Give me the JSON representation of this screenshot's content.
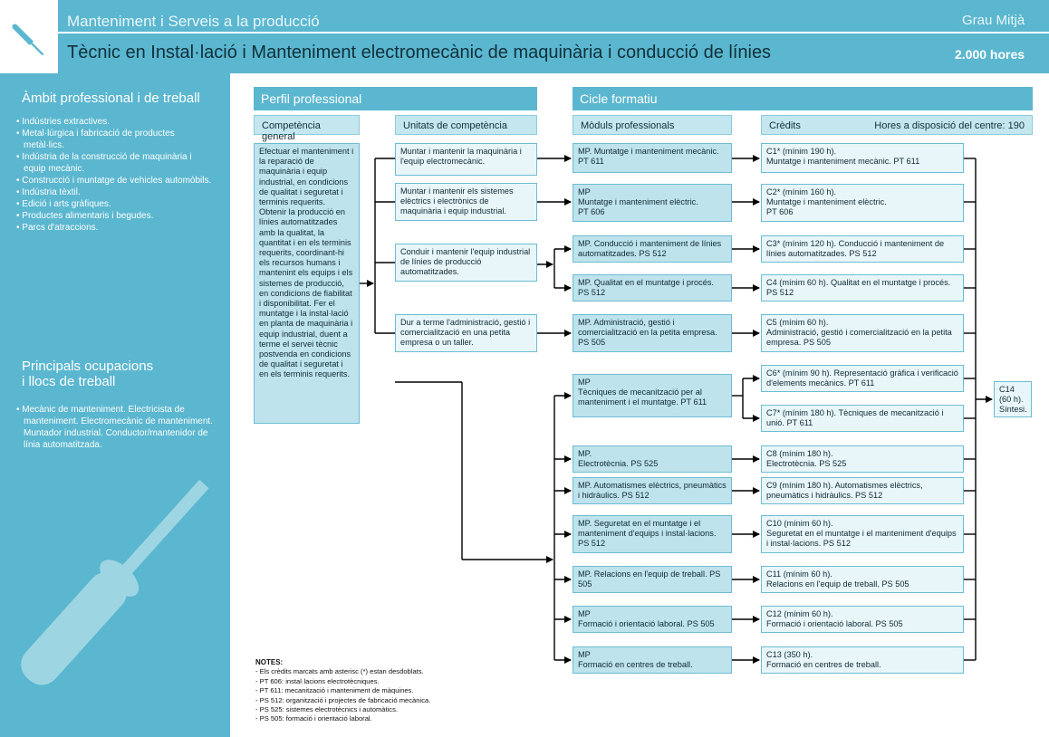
{
  "header": {
    "org_title": "Manteniment i Serveis a la producció",
    "level": "Grau Mitjà",
    "course_title": "Tècnic en Instal·lació i Manteniment electromecànic de maquinària i conducció de línies",
    "hours": "2.000 hores",
    "logo_icon": "screwdriver-icon"
  },
  "sidebar": {
    "ambit_title": "Àmbit professional i de treball",
    "ambit_items": [
      "Indústries extractives.",
      "Metal·lúrgica i fabricació de productes metàl·lics.",
      "Indústria de la construcció de maquinària i equip mecànic.",
      "Construcció i muntatge de vehicles automòbils.",
      "Indústria tèxtil.",
      "Edició i arts gràfiques.",
      "Productes alimentaris i begudes.",
      "Parcs d'atraccions."
    ],
    "ocupacions_title_1": "Principals ocupacions",
    "ocupacions_title_2": "i llocs de treball",
    "ocupacions_items": [
      "Mecànic de manteniment. Electricista de manteniment. Electromecànic de manteniment. Muntador industrial. Conductor/mantenidor de línia automatitzada."
    ],
    "watermark_icon": "screwdriver-icon"
  },
  "perfil": {
    "title": "Perfil professional",
    "competencia_header": "Competència general",
    "unitats_header": "Unitats de competència",
    "competencia_text": "Efectuar el manteniment i la reparació de maquinària i equip industrial, en condicions de qualitat i seguretat i terminis requerits. Obtenir la producció en línies automatitzades amb la qualitat, la quantitat i en els terminis requerits, coordinant-hi els recursos humans i mantenint els equips i els sistemes de producció, en condicions de fiabilitat i disponibilitat. Fer el muntatge i la instal·lació en planta de maquinària i equip industrial, duent a terme el servei tècnic postvenda en condicions de qualitat i seguretat i en els terminis requerits.",
    "unitats": [
      "Muntar i mantenir la maquinària i l'equip electromecànic.",
      "Muntar i mantenir els sistemes elèctrics i electrònics de maquinària i equip industrial.",
      "Conduir i mantenir l'equip industrial de línies de producció automatitzades.",
      "Dur a terme l'administració, gestió i comercialització en una petita empresa o un taller."
    ]
  },
  "cicle": {
    "title": "Cicle formatiu",
    "moduls_header": "Mòduls professionals",
    "credits_header": "Crèdits",
    "hores_centre": "Hores a disposició del centre: 190",
    "moduls": [
      "MP. Muntatge i manteniment mecànic. PT 611",
      "MP\nMuntatge i manteniment elèctric.\nPT 606",
      "MP. Conducció i manteniment de línies automatitzades. PS 512",
      "MP. Qualitat en el muntatge i procés. PS 512",
      "MP. Administració, gestió i comercialització en la petita empresa. PS 505",
      "MP\nTècniques de mecanització per al manteniment i el muntatge. PT 611",
      "MP.\nElectrotècnia. PS 525",
      "MP. Automatismes elèctrics, pneumàtics i hidràulics. PS 512",
      "MP. Seguretat en el muntatge i el manteniment d'equips i instal·lacions. PS 512",
      "MP. Relacions en l'equip de treball. PS 505",
      "MP\nFormació i orientació laboral. PS 505",
      "MP\nFormació en centres de treball."
    ],
    "credits": [
      "C1* (mínim 190 h).\nMuntatge i manteniment mecànic. PT 611",
      "C2* (mínim 160 h).\nMuntatge i manteniment elèctric.\nPT 606",
      "C3* (mínim 120 h). Conducció i manteniment de línies automatitzades. PS 512",
      "C4 (mínim 60 h). Qualitat en el muntatge i procés. PS 512",
      "C5 (mínim 60 h).\nAdministració, gestió i comercialització en la petita empresa. PS 505",
      "C6* (mínim 90 h). Representació gràfica i verificació d'elements mecànics. PT 611",
      "C7* (mínim 180 h). Tècniques de mecanització i unió. PT 611",
      "C8 (mínim 180 h).\nElectrotècnia. PS 525",
      "C9 (mínim 180 h). Automatismes elèctrics, pneumàtics i hidràulics. PS 512",
      "C10 (mínim 60 h).\nSeguretat en el muntatge i el manteniment d'equips i instal·lacions. PS 512",
      "C11 (mínim 60 h).\nRelacions en l'equip de treball. PS 505",
      "C12 (mínim 60 h).\nFormació i orientació laboral. PS 505",
      "C13 (350 h).\nFormació en centres de treball."
    ],
    "c14": "C14\n(60 h).\nSíntesi."
  },
  "notes": {
    "title": "NOTES:",
    "lines": [
      "- Els crèdits marcats amb asterisc (*) estan desdoblats.",
      "- PT 606: instal·lacions electrotècniques.",
      "- PT 611: mecanització i manteniment de màquines.",
      "- PS 512: organització i projectes de fabricació mecànica.",
      "- PS 525: sistemes electrotècnics i automàtics.",
      "- PS 505: formació i orientació laboral."
    ]
  },
  "colors": {
    "primary": "#5ab7cf",
    "box_fill": "#bfe3ed",
    "credit_fill": "#e8f6fa"
  }
}
